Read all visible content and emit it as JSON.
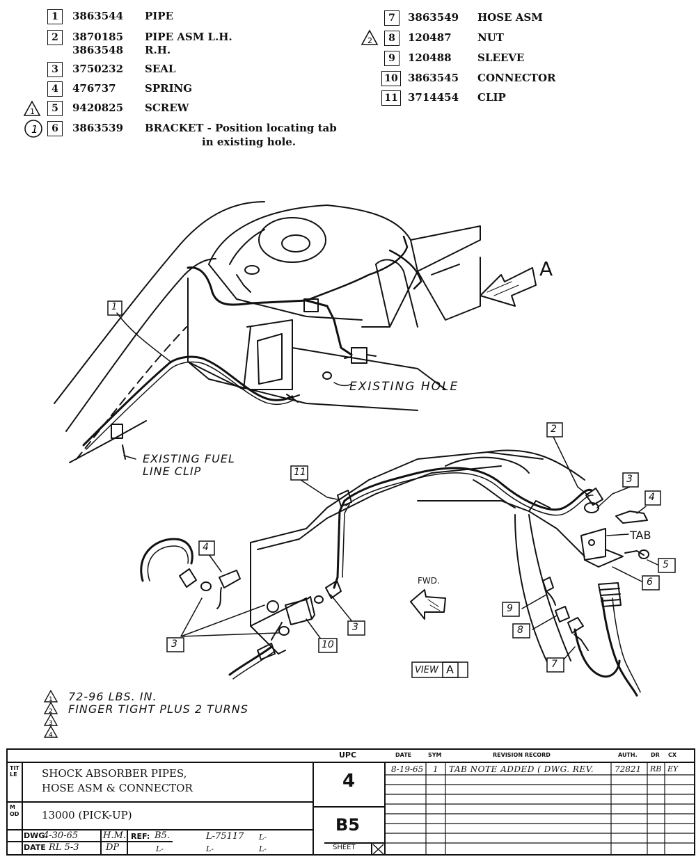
{
  "parts_left": [
    {
      "num": "1",
      "part": "3863544",
      "desc": "PIPE"
    },
    {
      "num": "2",
      "part": "3870185",
      "desc": "PIPE ASM L.H.",
      "part2": "3863548",
      "desc2": "R.H."
    },
    {
      "num": "3",
      "part": "3750232",
      "desc": "SEAL"
    },
    {
      "num": "4",
      "part": "476737",
      "desc": "SPRING"
    },
    {
      "num": "5",
      "part": "9420825",
      "desc": "SCREW",
      "note": "1"
    },
    {
      "num": "6",
      "part": "3863539",
      "desc": "BRACKET - Position locating tab",
      "desc2": "in existing hole.",
      "note": "1"
    }
  ],
  "parts_right": [
    {
      "num": "7",
      "part": "3863549",
      "desc": "HOSE ASM"
    },
    {
      "num": "8",
      "part": "120487",
      "desc": "NUT",
      "note": "2"
    },
    {
      "num": "9",
      "part": "120488",
      "desc": "SLEEVE"
    },
    {
      "num": "10",
      "part": "3863545",
      "desc": "CONNECTOR"
    },
    {
      "num": "11",
      "part": "3714454",
      "desc": "CLIP"
    }
  ],
  "callouts": {
    "existing_hole": "EXISTING HOLE",
    "fuel_clip_1": "EXISTING FUEL",
    "fuel_clip_2": "LINE CLIP",
    "view_letter": "A",
    "view": "VIEW",
    "tab": "TAB",
    "fwd": "FWD.",
    "c1": "1",
    "c2": "2",
    "c3a": "3",
    "c3b": "3",
    "c3c": "3",
    "c4a": "4",
    "c4b": "4",
    "c5": "5",
    "c6": "6",
    "c7": "7",
    "c8": "8",
    "c9": "9",
    "c10": "10",
    "c11": "11"
  },
  "notes": [
    {
      "num": "1",
      "text": "72-96 LBS. IN."
    },
    {
      "num": "2",
      "text": "FINGER TIGHT PLUS 2 TURNS"
    },
    {
      "num": "3",
      "text": ""
    },
    {
      "num": "4",
      "text": ""
    }
  ],
  "title_block": {
    "upc_label": "UPC",
    "title_side": "TITLE",
    "title_line1": "SHOCK ABSORBER PIPES,",
    "title_line2": "HOSE ASM & CONNECTOR",
    "model_side": "MOD",
    "model": "13000 (PICK-UP)",
    "upc": "4",
    "code": "B5",
    "sheet": "SHEET",
    "dwg_label": "DWG",
    "dwg_date": "4-30-65",
    "dwg_by": "H.M.",
    "date_label": "DATE",
    "date_val": "RL 5-3",
    "date_by": "DP",
    "ref_label": "REF:",
    "ref_val": "B5.",
    "ref2": "L-75117",
    "l1": "L-",
    "l2": "L-",
    "l3": "L-",
    "l4": "L-",
    "rev_headers": {
      "date": "DATE",
      "sym": "SYM",
      "record": "REVISION RECORD",
      "auth": "AUTH.",
      "dr": "DR",
      "cx": "CX"
    },
    "revision": {
      "date": "8-19-65",
      "sym": "1",
      "record": "TAB NOTE ADDED ( DWG. REV.",
      "auth": "72821",
      "dr": "RB",
      "cx": "EY"
    }
  }
}
